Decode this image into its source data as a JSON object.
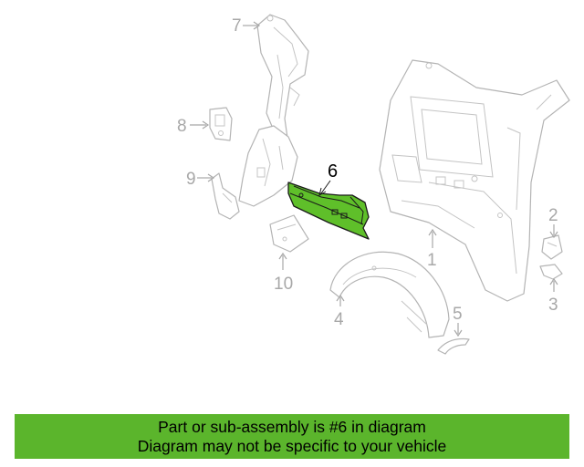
{
  "diagram": {
    "highlighted_part": "6",
    "colors": {
      "highlight": "#5fbf2a",
      "banner": "#5bb52c",
      "callout": "#a8a8a8"
    },
    "callouts": [
      "1",
      "2",
      "3",
      "4",
      "5",
      "6",
      "7",
      "8",
      "9",
      "10"
    ]
  },
  "banner": {
    "line1": "Part or sub-assembly is #6 in diagram",
    "line2": "Diagram may not be specific to your vehicle"
  }
}
